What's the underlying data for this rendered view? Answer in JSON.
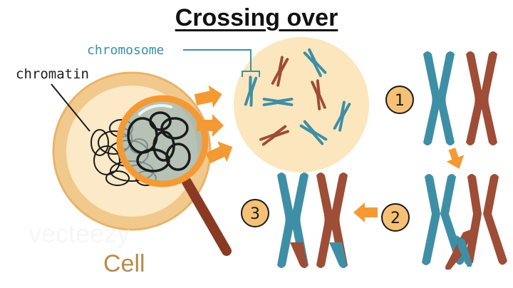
{
  "title": "Crossing over",
  "labels": {
    "chromosome": "chromosome",
    "chromatin": "chromatin",
    "cell": "Cell"
  },
  "steps": [
    "1",
    "2",
    "3"
  ],
  "watermark": "vecteezy",
  "colors": {
    "teal": "#3E8FA5",
    "rust": "#9E4D36",
    "arrow": "#F39A35",
    "cell_fill": "#F2C98C",
    "cell_inner": "#FBE9C8",
    "circle_bg": "#FCE6BE",
    "lens": "#9FB4B0",
    "handle": "#8A3A22",
    "step_badge": "#F6C177"
  }
}
